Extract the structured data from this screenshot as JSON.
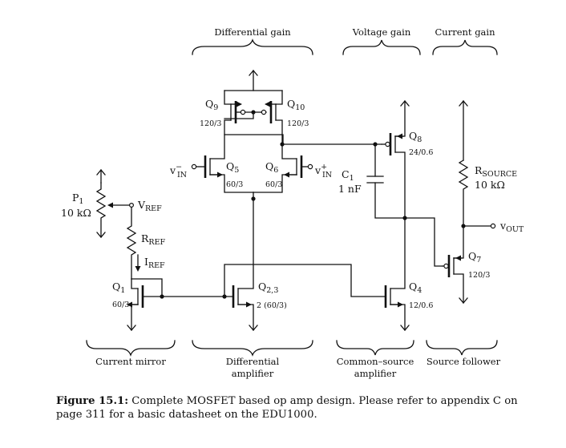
{
  "top_labels": {
    "differential_gain": "Differential gain",
    "voltage_gain": "Voltage gain",
    "current_gain": "Current gain"
  },
  "bottom_labels": {
    "current_mirror": "Current mirror",
    "diff_amp_1": "Differential",
    "diff_amp_2": "amplifier",
    "cs_amp_1": "Common–source",
    "cs_amp_2": "amplifier",
    "source_follower": "Source follower"
  },
  "components": {
    "Q1": {
      "name": "Q",
      "sub": "1",
      "size": "60/3"
    },
    "Q23": {
      "name": "Q",
      "sub": "2,3",
      "size": "2 (60/3)"
    },
    "Q4": {
      "name": "Q",
      "sub": "4",
      "size": "12/0.6"
    },
    "Q5": {
      "name": "Q",
      "sub": "5",
      "size": "60/3"
    },
    "Q6": {
      "name": "Q",
      "sub": "6",
      "size": "60/3"
    },
    "Q7": {
      "name": "Q",
      "sub": "7",
      "size": "120/3"
    },
    "Q8": {
      "name": "Q",
      "sub": "8",
      "size": "24/0.6"
    },
    "Q9": {
      "name": "Q",
      "sub": "9",
      "size": "120/3"
    },
    "Q10": {
      "name": "Q",
      "sub": "10",
      "size": "120/3"
    },
    "P1": {
      "name": "P",
      "sub": "1",
      "value": "10 kΩ"
    },
    "RREF": {
      "name": "R",
      "sub": "REF"
    },
    "IREF": {
      "name": "I",
      "sub": "REF"
    },
    "VREF": {
      "name": "V",
      "sub": "REF"
    },
    "C1": {
      "name": "C",
      "sub": "1",
      "value": "1 nF"
    },
    "RSOURCE": {
      "name": "R",
      "sub": "SOURCE",
      "value": "10 kΩ"
    },
    "VINm": {
      "name": "v",
      "sub": "IN",
      "sup": "−"
    },
    "VINp": {
      "name": "v",
      "sub": "IN",
      "sup": "+"
    },
    "VOUT": {
      "name": "v",
      "sub": "OUT"
    }
  },
  "caption": {
    "label": "Figure 15.1:",
    "text": " Complete MOSFET based op amp design. Please refer to appendix C on page 311 for a basic datasheet on the EDU1000."
  }
}
